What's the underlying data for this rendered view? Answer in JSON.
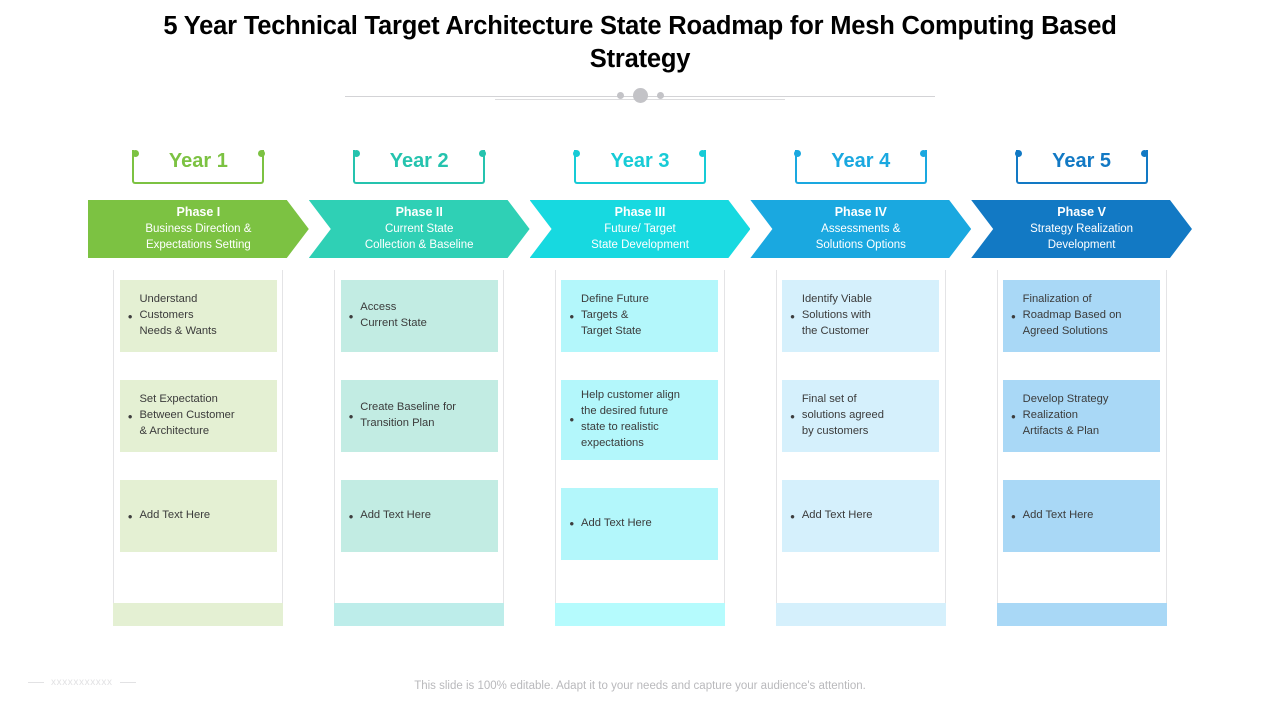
{
  "slide": {
    "title": "5 Year Technical Target Architecture State Roadmap for Mesh Computing Based Strategy",
    "footer_note": "This slide is 100% editable. Adapt it to your needs and capture your audience's attention.",
    "watermark": "xxxxxxxxxxx"
  },
  "palette": {
    "phase1": "#7cc242",
    "phase2": "#2fd0b5",
    "phase3": "#17d9e0",
    "phase4": "#1aa8e0",
    "phase5": "#1279c4",
    "card1": "#e4f0d3",
    "card2": "#c2ece3",
    "card3": "#b3f7fb",
    "card4": "#d5f0fc",
    "card5": "#a9d8f6",
    "bar1": "#e4f0d3",
    "bar2": "#bdedea",
    "bar3": "#b5fbfd",
    "bar4": "#d5f0fc",
    "bar5": "#a9d8f6",
    "title_color": "#000000",
    "footer_color": "#b9b9bc"
  },
  "columns": [
    {
      "year": "Year 1",
      "year_color": "#7cc242",
      "phase_title": "Phase I",
      "phase_subtitle": "Business Direction  &\nExpectations Setting",
      "phase_color": "#7cc242",
      "card_color": "#e4f0d3",
      "bar_color": "#e4f0d3",
      "cards": [
        "Understand\nCustomers\nNeeds & Wants",
        "Set Expectation\nBetween Customer\n& Architecture",
        "Add Text Here"
      ]
    },
    {
      "year": "Year 2",
      "year_color": "#25c3ae",
      "phase_title": "Phase II",
      "phase_subtitle": "Current  State\nCollection  & Baseline",
      "phase_color": "#2fd0b5",
      "card_color": "#c2ece3",
      "bar_color": "#bdedea",
      "cards": [
        "Access\nCurrent State",
        "Create Baseline for\nTransition Plan",
        "Add Text Here"
      ]
    },
    {
      "year": "Year 3",
      "year_color": "#17cbd6",
      "phase_title": "Phase III",
      "phase_subtitle": "Future/ Target\nState Development",
      "phase_color": "#17d9e0",
      "card_color": "#b3f7fb",
      "bar_color": "#b5fbfd",
      "cards": [
        "Define Future\nTargets &\nTarget State",
        "Help customer align\nthe desired future\nstate to  realistic\nexpectations",
        "Add Text Here"
      ]
    },
    {
      "year": "Year 4",
      "year_color": "#1aa8e0",
      "phase_title": "Phase IV",
      "phase_subtitle": "Assessments &\nSolutions Options",
      "phase_color": "#1aa8e0",
      "card_color": "#d5f0fc",
      "bar_color": "#d5f0fc",
      "cards": [
        "Identify Viable\nSolutions with\nthe Customer",
        "Final set of\nsolutions agreed\nby customers",
        "Add Text Here"
      ]
    },
    {
      "year": "Year 5",
      "year_color": "#1279c4",
      "phase_title": "Phase V",
      "phase_subtitle": "Strategy Realization\nDevelopment",
      "phase_color": "#1279c4",
      "card_color": "#a9d8f6",
      "bar_color": "#a9d8f6",
      "cards": [
        "Finalization of\nRoadmap Based on\nAgreed Solutions",
        "Develop Strategy\nRealization\nArtifacts  & Plan",
        "Add Text Here"
      ]
    }
  ]
}
